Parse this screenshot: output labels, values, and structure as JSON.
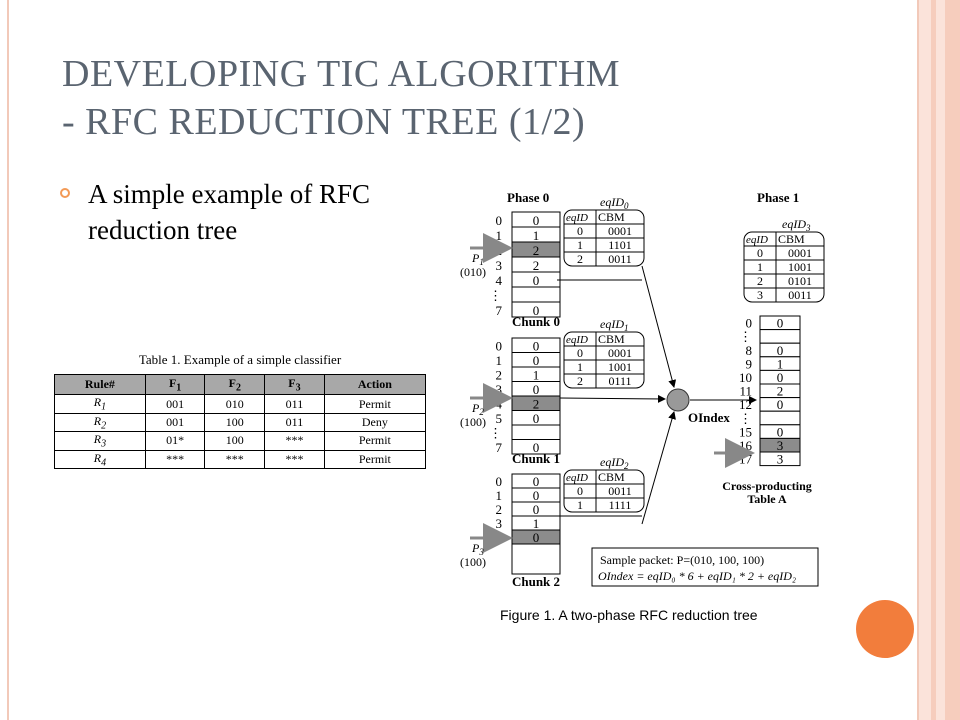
{
  "slide": {
    "title_line1": "DEVELOPING TIC ALGORITHM",
    "title_line2": "- RFC REDUCTION TREE (1/2)",
    "bullet": "A simple example of RFC reduction tree"
  },
  "table1": {
    "caption": "Table 1.  Example of a simple classifier",
    "headers": [
      "Rule#",
      "F",
      "F",
      "F",
      "Action"
    ],
    "header_subs": [
      "",
      "1",
      "2",
      "3",
      ""
    ],
    "rows": [
      {
        "rule": "R",
        "sub": "1",
        "f1": "001",
        "f2": "010",
        "f3": "011",
        "action": "Permit"
      },
      {
        "rule": "R",
        "sub": "2",
        "f1": "001",
        "f2": "100",
        "f3": "011",
        "action": "Deny"
      },
      {
        "rule": "R",
        "sub": "3",
        "f1": "01*",
        "f2": "100",
        "f3": "***",
        "action": "Permit"
      },
      {
        "rule": "R",
        "sub": "4",
        "f1": "***",
        "f2": "***",
        "f3": "***",
        "action": "Permit"
      }
    ]
  },
  "figure": {
    "phase0": "Phase 0",
    "phase1": "Phase 1",
    "chunk0": "Chunk 0",
    "chunk1": "Chunk 1",
    "chunk2": "Chunk 2",
    "oindex": "OIndex",
    "cross1": "Cross-producting",
    "cross2": "Table A",
    "caption": "Figure 1. A two-phase RFC reduction tree",
    "eq_header_id": "eqID",
    "eq_header_cbm": "CBM",
    "eqid0": {
      "label": "eqID",
      "sub": "0",
      "rows": [
        [
          "0",
          "0001"
        ],
        [
          "1",
          "1101"
        ],
        [
          "2",
          "0011"
        ]
      ]
    },
    "eqid1": {
      "label": "eqID",
      "sub": "1",
      "rows": [
        [
          "0",
          "0001"
        ],
        [
          "1",
          "1001"
        ],
        [
          "2",
          "0111"
        ]
      ]
    },
    "eqid2": {
      "label": "eqID",
      "sub": "2",
      "rows": [
        [
          "0",
          "0011"
        ],
        [
          "1",
          "1111"
        ]
      ]
    },
    "eqid3": {
      "label": "eqID",
      "sub": "3",
      "rows": [
        [
          "0",
          "0001"
        ],
        [
          "1",
          "1001"
        ],
        [
          "2",
          "0101"
        ],
        [
          "3",
          "0011"
        ]
      ]
    },
    "chunk0_idx": [
      "0",
      "1",
      "2",
      "3",
      "4",
      "⋮",
      "7"
    ],
    "chunk0_val": [
      "0",
      "1",
      "2",
      "2",
      "0",
      "",
      "0"
    ],
    "chunk1_idx": [
      "0",
      "1",
      "2",
      "3",
      "4",
      "5",
      "⋮",
      "7"
    ],
    "chunk1_val": [
      "0",
      "0",
      "1",
      "0",
      "2",
      "0",
      "",
      "0"
    ],
    "chunk2_idx": [
      "0",
      "1",
      "2",
      "3",
      "4"
    ],
    "chunk2_val": [
      "0",
      "0",
      "0",
      "1",
      "0"
    ],
    "tableA_idx": [
      "0",
      "⋮",
      "8",
      "9",
      "10",
      "11",
      "12",
      "⋮",
      "15",
      "16",
      "17"
    ],
    "tableA_val": [
      "0",
      "",
      "0",
      "1",
      "0",
      "2",
      "0",
      "",
      "0",
      "3",
      "3"
    ],
    "p1": "P",
    "p1_sub": "1",
    "p1_val": "(010)",
    "p2": "P",
    "p2_sub": "2",
    "p2_val": "(100)",
    "p3": "P",
    "p3_sub": "3",
    "p3_val": "(100)",
    "sample_line1": "Sample packet:  P=(010, 100, 100)",
    "sample_line2": "OIndex = eqID₀ * 6 + eqID₁ * 2 + eqID₂"
  },
  "colors": {
    "title": "#5a6470",
    "accent": "#f27d3c",
    "frame": "#f2c9b9",
    "highlight": "#8c8c8c"
  }
}
